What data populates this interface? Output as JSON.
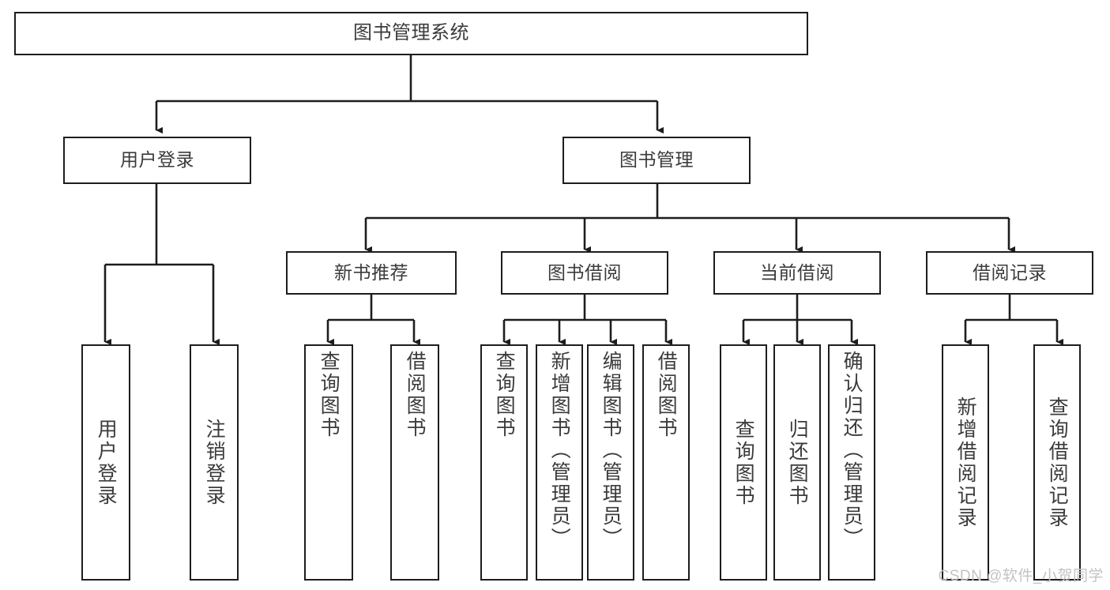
{
  "diagram": {
    "title": "图书管理系统",
    "type": "tree-hierarchy",
    "colors": {
      "stroke": "#1d1d1d",
      "fill": "#ffffff",
      "text": "#3b3b3b",
      "watermark": "#c3c3c3"
    },
    "root": {
      "label": "图书管理系统"
    },
    "level1": [
      {
        "label": "用户登录"
      },
      {
        "label": "图书管理"
      }
    ],
    "level2": [
      {
        "label": "新书推荐"
      },
      {
        "label": "图书借阅"
      },
      {
        "label": "当前借阅"
      },
      {
        "label": "借阅记录"
      }
    ],
    "leaves": {
      "user_login": [
        {
          "label": "用户登录"
        },
        {
          "label": "注销登录"
        }
      ],
      "new_book": [
        {
          "label": "查询图书"
        },
        {
          "label": "借阅图书"
        }
      ],
      "book_borrow": [
        {
          "label": "查询图书"
        },
        {
          "label": "新增图书（管理员）"
        },
        {
          "label": "编辑图书（管理员）"
        },
        {
          "label": "借阅图书"
        }
      ],
      "current_borrow": [
        {
          "label": "查询图书"
        },
        {
          "label": "归还图书"
        },
        {
          "label": "确认归还（管理员）"
        }
      ],
      "borrow_record": [
        {
          "label": "新增借阅记录"
        },
        {
          "label": "查询借阅记录"
        }
      ]
    }
  },
  "watermark": {
    "text": "CSDN @软件_小贺同学"
  }
}
